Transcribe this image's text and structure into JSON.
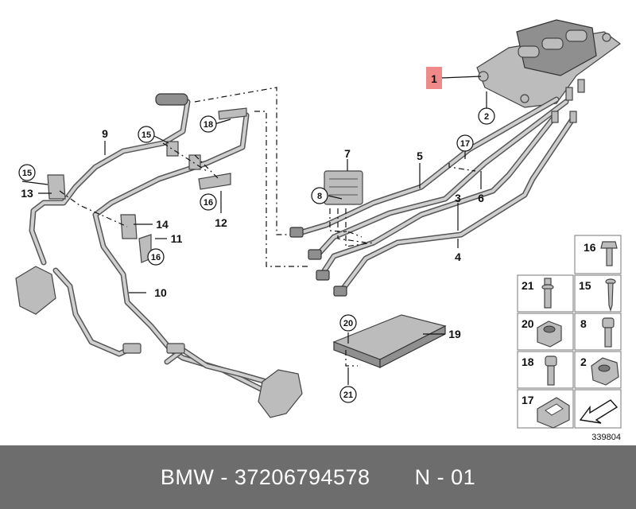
{
  "callouts": {
    "c1": "1",
    "c2": "2",
    "c3": "3",
    "c4": "4",
    "c5": "5",
    "c6": "6",
    "c7": "7",
    "c8": "8",
    "c9": "9",
    "c10": "10",
    "c11": "11",
    "c12": "12",
    "c13": "13",
    "c14": "14",
    "c15a": "15",
    "c15b": "15",
    "c16a": "16",
    "c16b": "16",
    "c17": "17",
    "c18": "18",
    "c19": "19",
    "c20": "20",
    "c21": "21"
  },
  "legend": {
    "r16": "16",
    "r21": "21",
    "r15": "15",
    "r20": "20",
    "r8": "8",
    "r18": "18",
    "r2": "2",
    "r17": "17"
  },
  "diagram_number": "339804",
  "footer": {
    "brand": "BMW",
    "sep1": " - ",
    "part_number": "37206794578",
    "gap": "       ",
    "position": "N - 01"
  },
  "colors": {
    "footer_bg": "#6d6d6d",
    "highlight": "#f08a8a",
    "hose": "#555555"
  }
}
